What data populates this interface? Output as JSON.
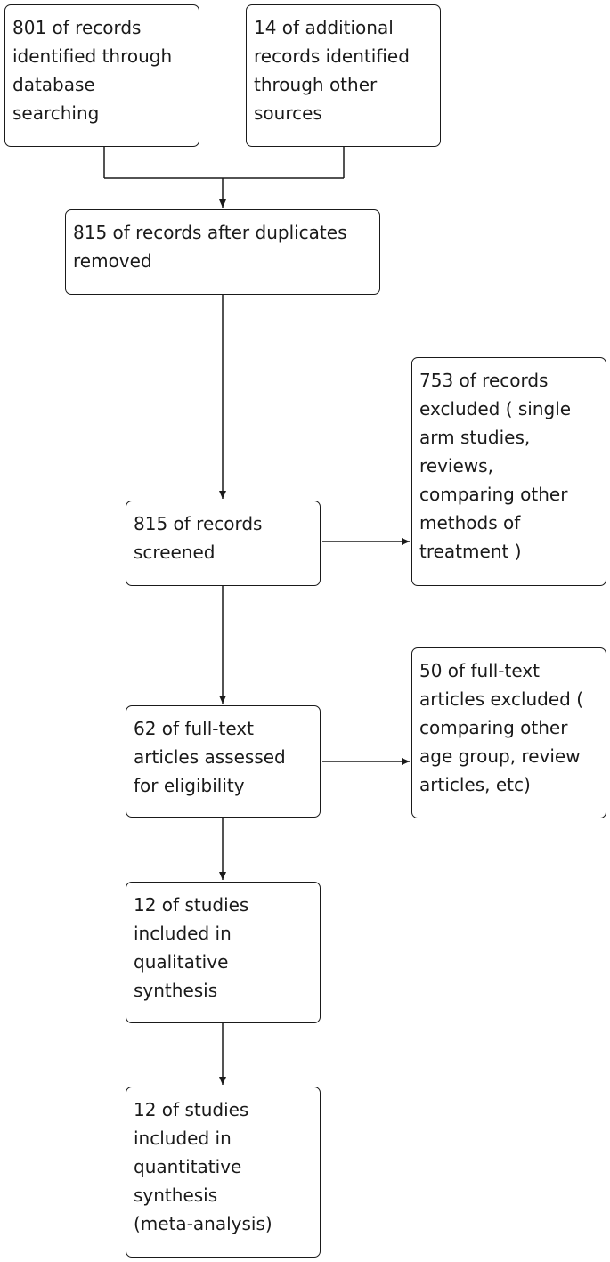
{
  "boxes": {
    "identified_database": {
      "lines": [
        "801 of records",
        "identified through",
        "database",
        "searching"
      ]
    },
    "identified_other": {
      "lines": [
        "14 of additional",
        "records identified",
        "through other",
        "sources"
      ]
    },
    "after_duplicates": {
      "lines": [
        "815 of records after duplicates",
        "removed"
      ]
    },
    "screened": {
      "lines": [
        "815 of records",
        "screened"
      ]
    },
    "excluded_records": {
      "lines": [
        "753 of records",
        "excluded ( single",
        "arm studies,",
        "reviews,",
        "comparing other",
        "methods of",
        "treatment )"
      ]
    },
    "fulltext_assessed": {
      "lines": [
        "62 of full-text",
        "articles assessed",
        "for eligibility"
      ]
    },
    "fulltext_excluded": {
      "lines": [
        "50 of full-text",
        "articles excluded (",
        "comparing other",
        "age group, review",
        "articles, etc)"
      ]
    },
    "qualitative": {
      "lines": [
        "12 of studies",
        "included in",
        "qualitative",
        "synthesis"
      ]
    },
    "quantitative": {
      "lines": [
        "12 of studies",
        "included in",
        "quantitative",
        "synthesis",
        "(meta-analysis)"
      ]
    }
  }
}
